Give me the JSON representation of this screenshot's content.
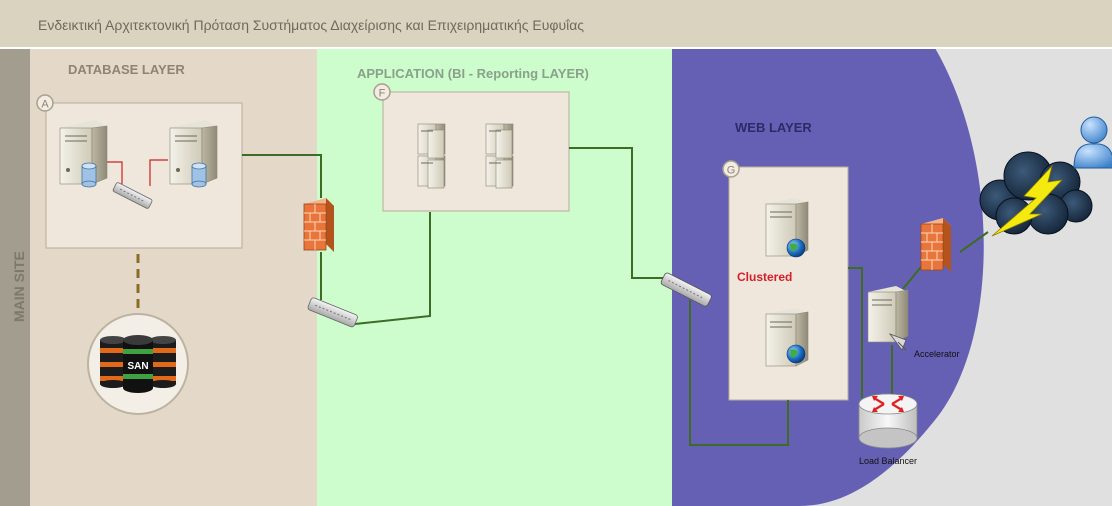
{
  "title": "Ενδεικτική Αρχιτεκτονική Πρόταση Συστήματος Διαχείρισης και Επιχειρηματικής Ευφυΐας",
  "site_label": "MAIN SITE",
  "layers": {
    "database": "DATABASE LAYER",
    "application": "APPLICATION (BI - Reporting LAYER)",
    "web": "WEB LAYER"
  },
  "zone_markers": {
    "database": "A",
    "application": "F",
    "web": "G"
  },
  "labels": {
    "clustered": "Clustered",
    "accelerator": "Accelerator",
    "load_balancer": "Load Balancer",
    "san": "SAN"
  },
  "colors": {
    "title_bar": "#d9d3c0",
    "site_strip": "#a39d8f",
    "database_zone": "#e4d9c8",
    "application_zone": "#cdfccd",
    "web_zone": "#6560b4",
    "external_zone": "#e0e0e0",
    "box_fill": "#efe6dc",
    "connection": "#3e6b25",
    "red_link": "#cc2222",
    "firewall": "#e8763a",
    "clustered_text": "#d61f2b"
  }
}
